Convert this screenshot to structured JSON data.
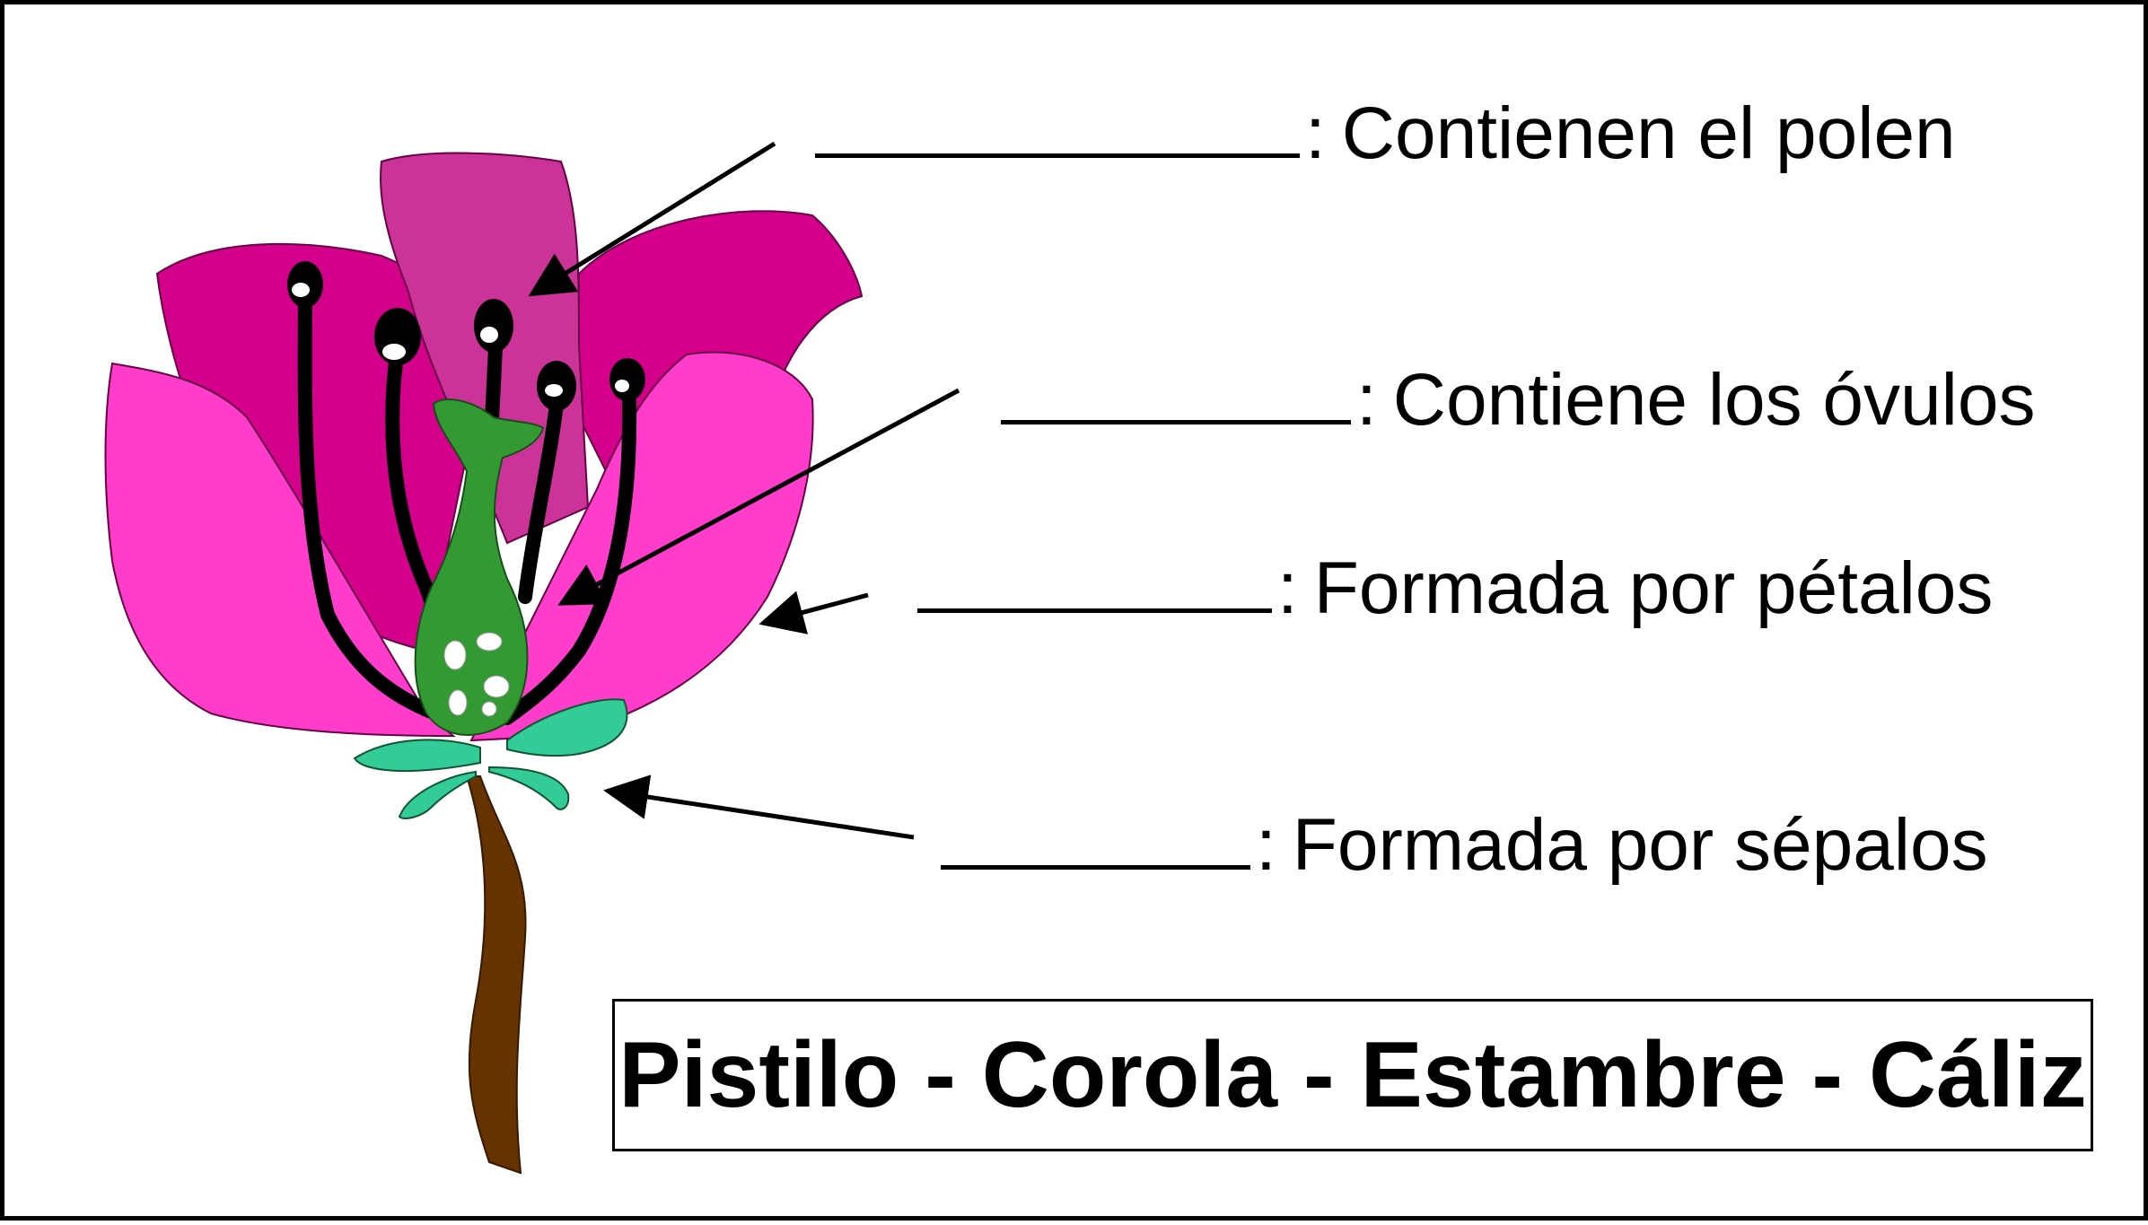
{
  "labels": [
    {
      "description": "Contienen el polen"
    },
    {
      "description": "Contiene los óvulos"
    },
    {
      "description": "Formada por pétalos"
    },
    {
      "description": "Formada por sépalos"
    }
  ],
  "word_bank": "Pistilo - Corola - Estambre - Cáliz",
  "colors": {
    "petal_back": "#d4008c",
    "petal_center": "#cc3399",
    "petal_front": "#ff3ccc",
    "pistil": "#339933",
    "sepal": "#33cc99",
    "stem": "#663300",
    "stamen": "#000000"
  }
}
